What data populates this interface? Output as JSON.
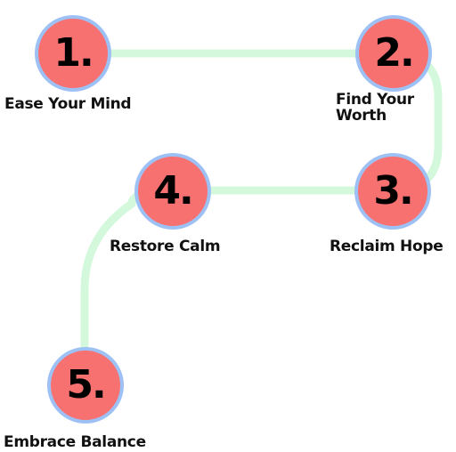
{
  "colors": {
    "circle_fill": "#f87171",
    "circle_border": "#9ec1f5",
    "connector": "#d3f8dc",
    "number_text": "#000000",
    "label_text": "#111111"
  },
  "steps": [
    {
      "number": "1.",
      "label": "Ease Your Mind"
    },
    {
      "number": "2.",
      "label": "Find Your Worth"
    },
    {
      "number": "3.",
      "label": "Reclaim Hope"
    },
    {
      "number": "4.",
      "label": "Restore Calm"
    },
    {
      "number": "5.",
      "label": "Embrace Balance"
    }
  ]
}
